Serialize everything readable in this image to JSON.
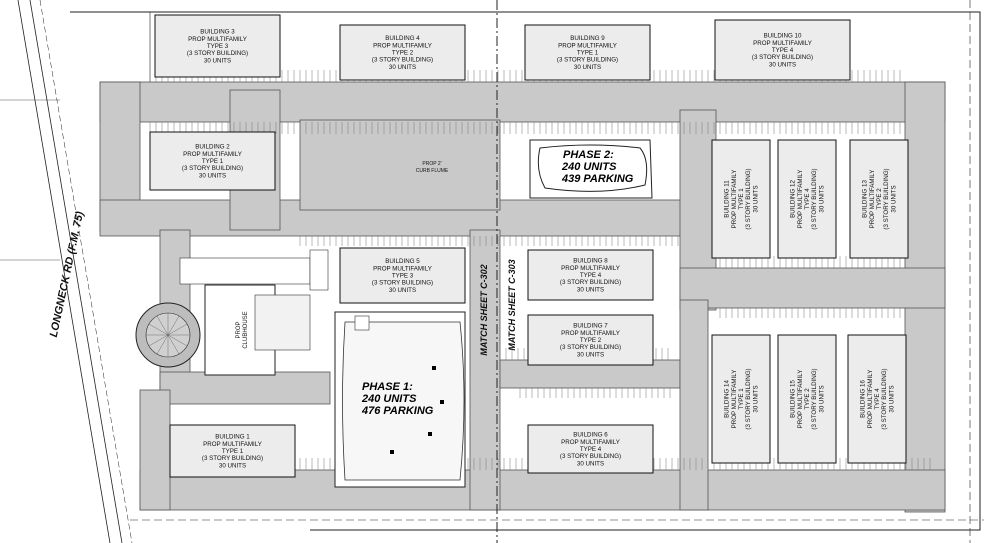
{
  "road": {
    "name": "LONGNECK RD (F.M. 75)"
  },
  "match_lines": [
    "MATCH SHEET C-302",
    "MATCH SHEET C-303"
  ],
  "phases": [
    {
      "id": "phase1",
      "line1": "PHASE 1:",
      "line2": "240 UNITS",
      "line3": "476 PARKING"
    },
    {
      "id": "phase2",
      "line1": "PHASE 2:",
      "line2": "240 UNITS",
      "line3": "439 PARKING"
    }
  ],
  "clubhouse": {
    "line1": "PROP",
    "line2": "CLUBHOUSE"
  },
  "curb_note": {
    "line1": "PROP 2'",
    "line2": "CURB FLUME"
  },
  "buildings": [
    {
      "id": "b3",
      "lines": [
        "BUILDING 3",
        "PROP MULTIFAMILY",
        "TYPE 3",
        "(3 STORY BUILDING)",
        "30 UNITS"
      ]
    },
    {
      "id": "b4",
      "lines": [
        "BUILDING 4",
        "PROP MULTIFAMILY",
        "TYPE 2",
        "(3 STORY BUILDING)",
        "30 UNITS"
      ]
    },
    {
      "id": "b9",
      "lines": [
        "BUILDING 9",
        "PROP MULTIFAMILY",
        "TYPE 1",
        "(3 STORY BUILDING)",
        "30 UNITS"
      ]
    },
    {
      "id": "b10",
      "lines": [
        "BUILDING 10",
        "PROP MULTIFAMILY",
        "TYPE 4",
        "(3 STORY BUILDING)",
        "30 UNITS"
      ]
    },
    {
      "id": "b2",
      "lines": [
        "BUILDING 2",
        "PROP MULTIFAMILY",
        "TYPE 1",
        "(3 STORY BUILDING)",
        "30 UNITS"
      ]
    },
    {
      "id": "b5",
      "lines": [
        "BUILDING 5",
        "PROP MULTIFAMILY",
        "TYPE 3",
        "(3 STORY BUILDING)",
        "30 UNITS"
      ]
    },
    {
      "id": "b8",
      "lines": [
        "BUILDING 8",
        "PROP MULTIFAMILY",
        "TYPE 4",
        "(3 STORY BUILDING)",
        "30 UNITS"
      ]
    },
    {
      "id": "b7",
      "lines": [
        "BUILDING 7",
        "PROP MULTIFAMILY",
        "TYPE 2",
        "(3 STORY BUILDING)",
        "30 UNITS"
      ]
    },
    {
      "id": "b1",
      "lines": [
        "BUILDING 1",
        "PROP MULTIFAMILY",
        "TYPE 1",
        "(3 STORY BUILDING)",
        "30 UNITS"
      ]
    },
    {
      "id": "b6",
      "lines": [
        "BUILDING 6",
        "PROP MULTIFAMILY",
        "TYPE 4",
        "(3 STORY BUILDING)",
        "30 UNITS"
      ]
    },
    {
      "id": "b11",
      "lines": [
        "BUILDING 11",
        "PROP MULTIFAMILY",
        "TYPE 1",
        "(3 STORY BUILDING)",
        "30 UNITS"
      ]
    },
    {
      "id": "b12",
      "lines": [
        "BUILDING 12",
        "PROP MULTIFAMILY",
        "TYPE 4",
        "(3 STORY BUILDING)",
        "30 UNITS"
      ]
    },
    {
      "id": "b13",
      "lines": [
        "BUILDING 13",
        "PROP MULTIFAMILY",
        "TYPE 2",
        "(3 STORY BUILDING)",
        "30 UNITS"
      ]
    },
    {
      "id": "b14",
      "lines": [
        "BUILDING 14",
        "PROP MULTIFAMILY",
        "TYPE 1",
        "(3 STORY BUILDING)",
        "30 UNITS"
      ]
    },
    {
      "id": "b15",
      "lines": [
        "BUILDING 15",
        "PROP MULTIFAMILY",
        "TYPE 2",
        "(3 STORY BUILDING)",
        "30 UNITS"
      ]
    },
    {
      "id": "b16",
      "lines": [
        "BUILDING 16",
        "PROP MULTIFAMILY",
        "TYPE 4",
        "(3 STORY BUILDING)",
        "30 UNITS"
      ]
    }
  ]
}
